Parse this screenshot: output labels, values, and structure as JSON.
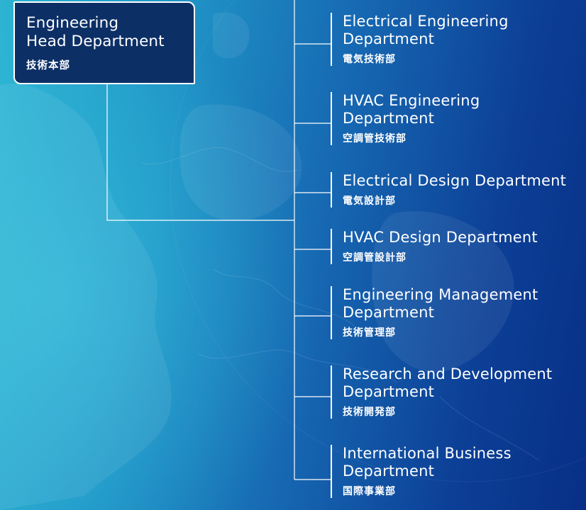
{
  "head": {
    "name_en": "Engineering\nHead Department",
    "name_ja": "技術本部"
  },
  "departments": [
    {
      "name_en": "Electrical Engineering\nDepartment",
      "name_ja": "電気技術部"
    },
    {
      "name_en": "HVAC Engineering\nDepartment",
      "name_ja": "空調管技術部"
    },
    {
      "name_en": "Electrical Design Department",
      "name_ja": "電気設計部"
    },
    {
      "name_en": "HVAC Design Department",
      "name_ja": "空調管設計部"
    },
    {
      "name_en": "Engineering Management\nDepartment",
      "name_ja": "技術管理部"
    },
    {
      "name_en": "Research and Development\nDepartment",
      "name_ja": "技術開発部"
    },
    {
      "name_en": "International Business\nDepartment",
      "name_ja": "国際事業部"
    }
  ],
  "colors": {
    "background_light": "#2cb4d2",
    "background_dark": "#082f86",
    "head_box_fill": "#0c2f66",
    "line": "#ffffff",
    "text": "#ffffff"
  }
}
